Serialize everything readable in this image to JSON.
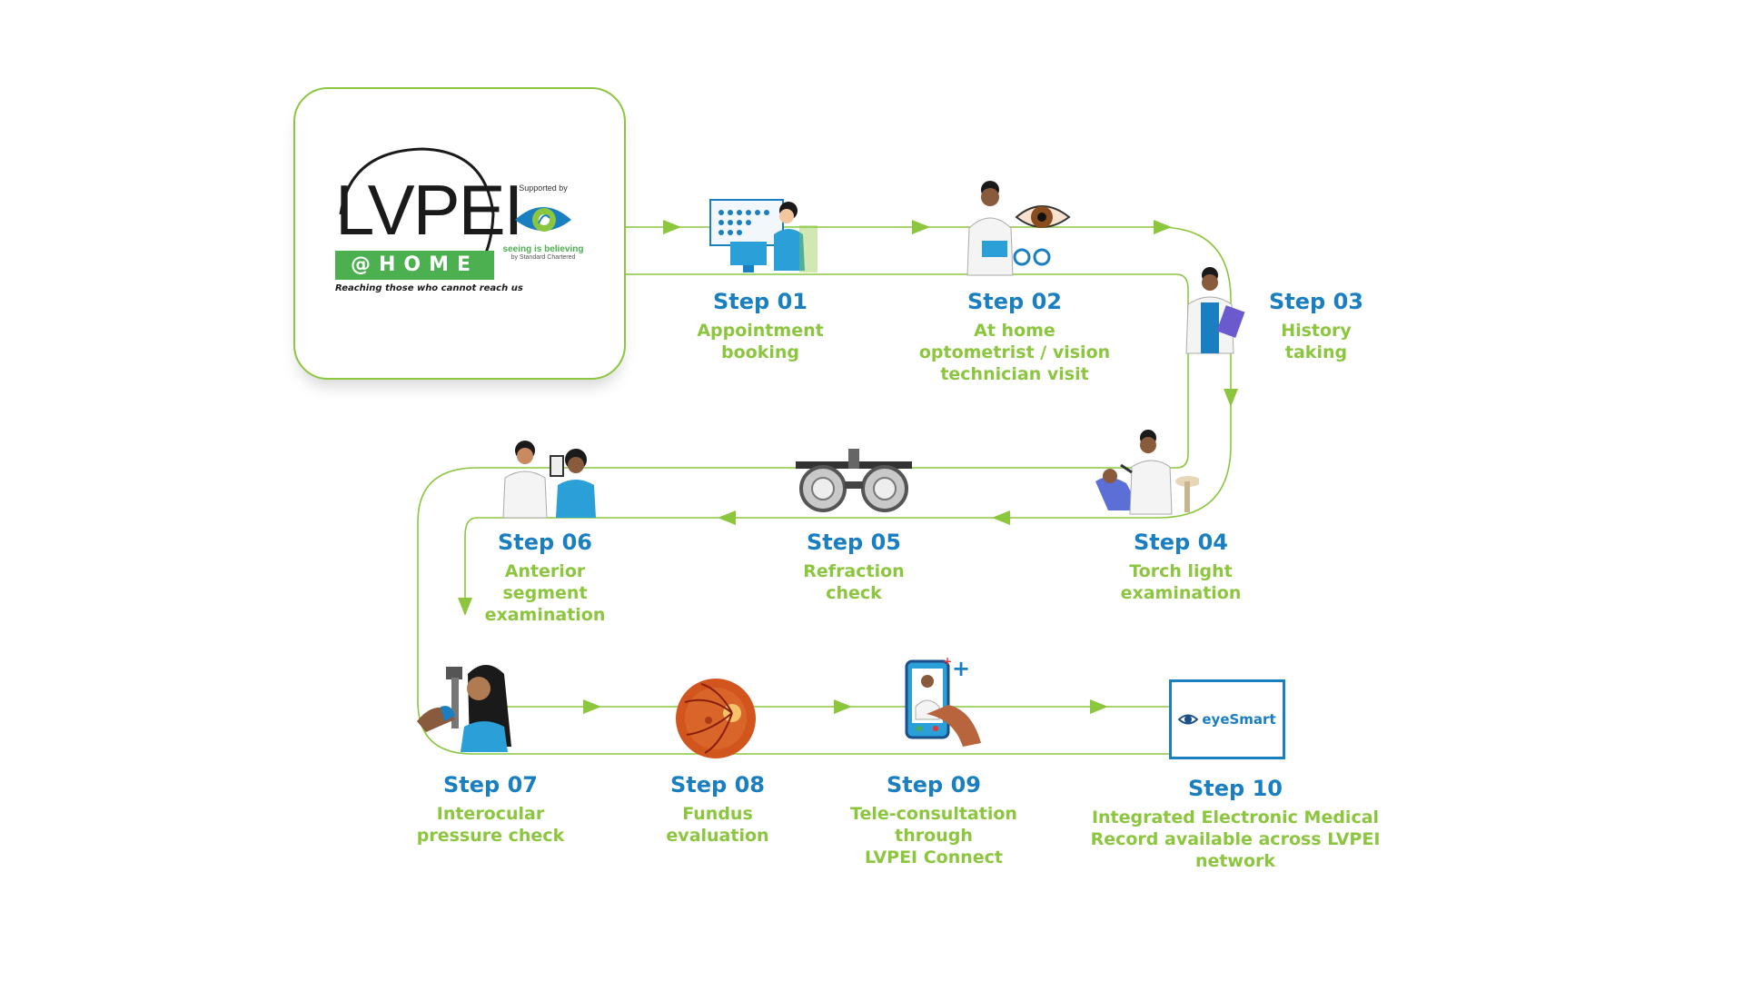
{
  "logo": {
    "main": "LVPEI",
    "home": "@HOME",
    "tagline": "Reaching those who cannot reach us",
    "supported_by": "Supported by",
    "supporter_name": "seeing is believing",
    "supporter_by": "by Standard Chartered"
  },
  "steps": [
    {
      "num": "Step 01",
      "desc": "Appointment\nbooking",
      "icon": "appointment-booking-icon"
    },
    {
      "num": "Step 02",
      "desc": "At home\noptometrist / vision\ntechnician visit",
      "icon": "optometrist-eye-icon"
    },
    {
      "num": "Step 03",
      "desc": "History\ntaking",
      "icon": "doctor-clipboard-icon"
    },
    {
      "num": "Step 04",
      "desc": "Torch light\nexamination",
      "icon": "torch-light-exam-icon"
    },
    {
      "num": "Step 05",
      "desc": "Refraction\ncheck",
      "icon": "trial-frame-icon"
    },
    {
      "num": "Step 06",
      "desc": "Anterior\nsegment\nexamination",
      "icon": "anterior-segment-exam-icon"
    },
    {
      "num": "Step 07",
      "desc": "Interocular\npressure check",
      "icon": "tonometer-icon"
    },
    {
      "num": "Step 08",
      "desc": "Fundus\nevaluation",
      "icon": "fundus-retina-icon"
    },
    {
      "num": "Step 09",
      "desc": "Tele-consultation\nthrough\nLVPEI Connect",
      "icon": "teleconsult-phone-icon"
    },
    {
      "num": "Step 10",
      "desc": "Integrated Electronic Medical\nRecord available across LVPEI\nnetwork",
      "icon": "eyesmart-logo-icon"
    }
  ],
  "eyesmart": {
    "label": "eyeSmart"
  },
  "colors": {
    "flow_line": "#8cc63f",
    "step_number": "#1a7fc1",
    "step_text": "#8cc63f"
  }
}
